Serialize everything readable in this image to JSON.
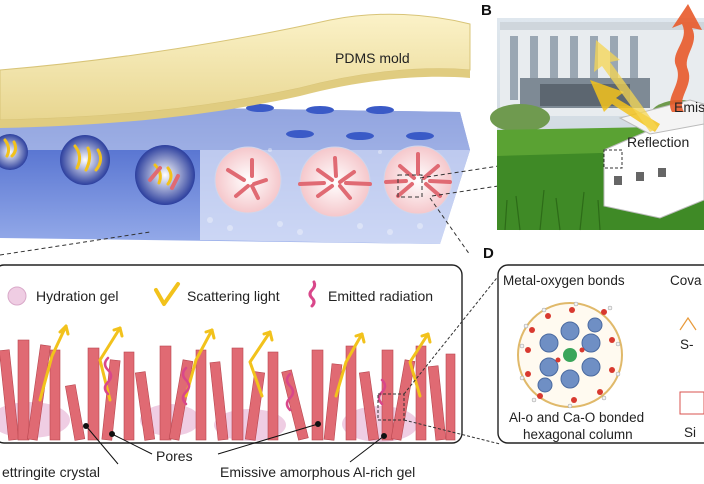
{
  "panel_a": {
    "mold_label": "PDMS mold"
  },
  "panel_b": {
    "letter": "B",
    "reflection_label": "Reflection",
    "emission_label_fragment": "Emis"
  },
  "panel_c": {
    "legend": {
      "hydration_gel": "Hydration gel",
      "scattering_light": "Scattering light",
      "emitted_radiation": "Emitted radiation"
    },
    "callouts": {
      "pores": "Pores",
      "ettringite": "ettringite crystal",
      "emissive_gel": "Emissive amorphous Al-rich gel"
    }
  },
  "panel_d": {
    "letter": "D",
    "title": "Metal-oxygen bonds",
    "title_right_fragment": "Cova",
    "caption_line1": "Al-o and Ca-O bonded",
    "caption_line2": "hexagonal column",
    "side_fragment_1": "S-",
    "side_fragment_2": "Si"
  },
  "colors": {
    "mold": "#f3e6a8",
    "substrate_blue": "#4d6fd0",
    "crystal_red": "#e06a73",
    "gel_pink": "#efcde3",
    "arrow_yellow": "#f2c21c",
    "emission_red": "#e85a2a",
    "grass": "#3f8a26"
  }
}
